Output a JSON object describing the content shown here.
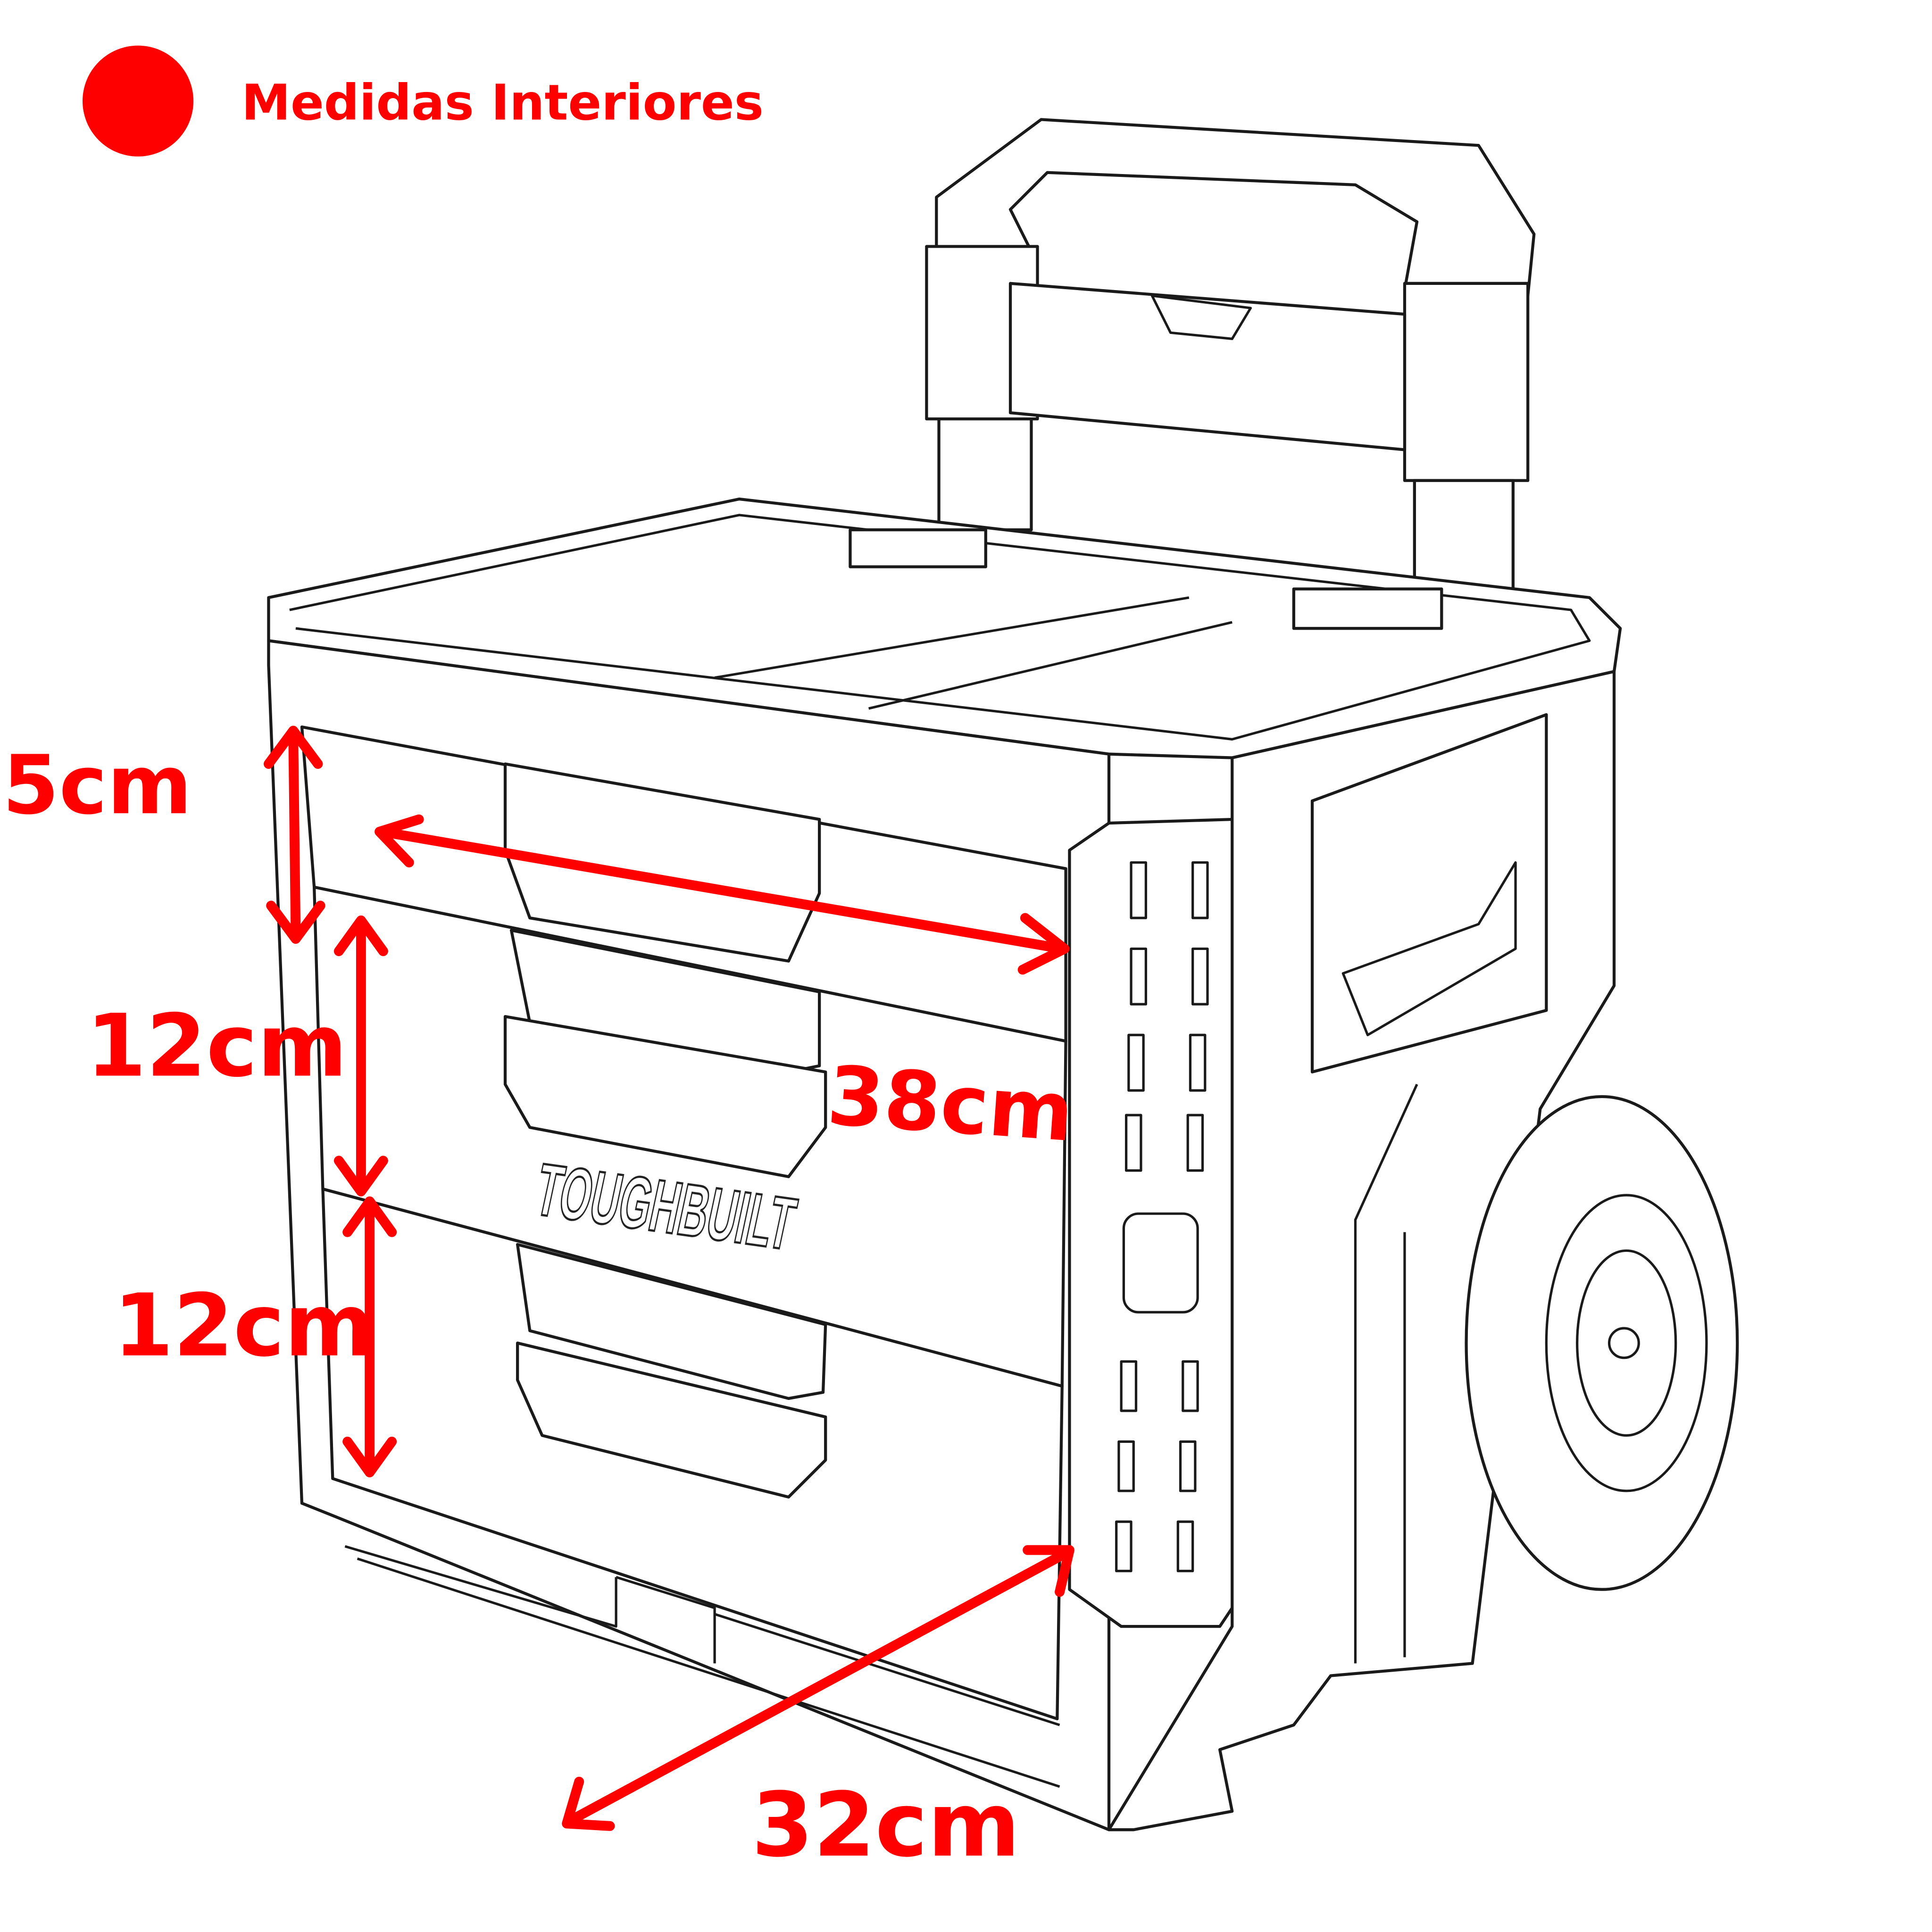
{
  "legend": {
    "label": "Medidas Interiores",
    "marker_color": "#ff0000"
  },
  "dimensions": {
    "top_drawer_height": "5cm",
    "middle_drawer_height": "12cm",
    "bottom_drawer_height": "12cm",
    "width": "38cm",
    "depth": "32cm"
  },
  "product": {
    "brand_logo": "TOUGHBUILT"
  },
  "colors": {
    "annotation": "#ff0000",
    "line_art": "#1a1a1a"
  }
}
